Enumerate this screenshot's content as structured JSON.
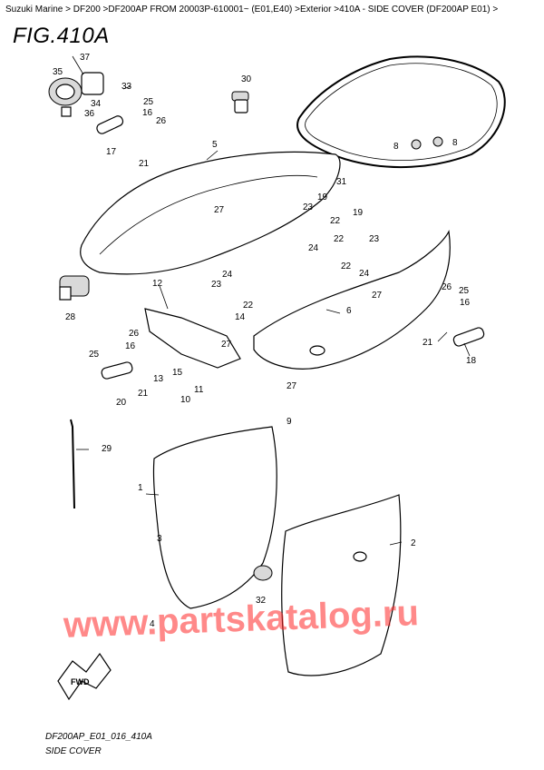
{
  "breadcrumb": "Suzuki Marine > DF200 >DF200AP FROM 20003P-610001~ (E01,E40) >Exterior >410A - SIDE COVER (DF200AP E01) >",
  "figure_title": "FIG.410A",
  "footer": {
    "code": "DF200AP_E01_016_410A",
    "name": "SIDE COVER"
  },
  "watermark": "www.partskatalog.ru",
  "fwd_label": "FWD",
  "callouts": [
    "37",
    "35",
    "33",
    "34",
    "36",
    "25",
    "16",
    "26",
    "17",
    "21",
    "30",
    "5",
    "27",
    "31",
    "8",
    "8",
    "23",
    "19",
    "22",
    "24",
    "19",
    "22",
    "23",
    "22",
    "24",
    "27",
    "24",
    "23",
    "12",
    "14",
    "27",
    "22",
    "26",
    "25",
    "16",
    "21",
    "18",
    "6",
    "26",
    "16",
    "25",
    "13",
    "15",
    "21",
    "20",
    "10",
    "11",
    "27",
    "9",
    "29",
    "1",
    "3",
    "2",
    "32",
    "4",
    "28"
  ]
}
